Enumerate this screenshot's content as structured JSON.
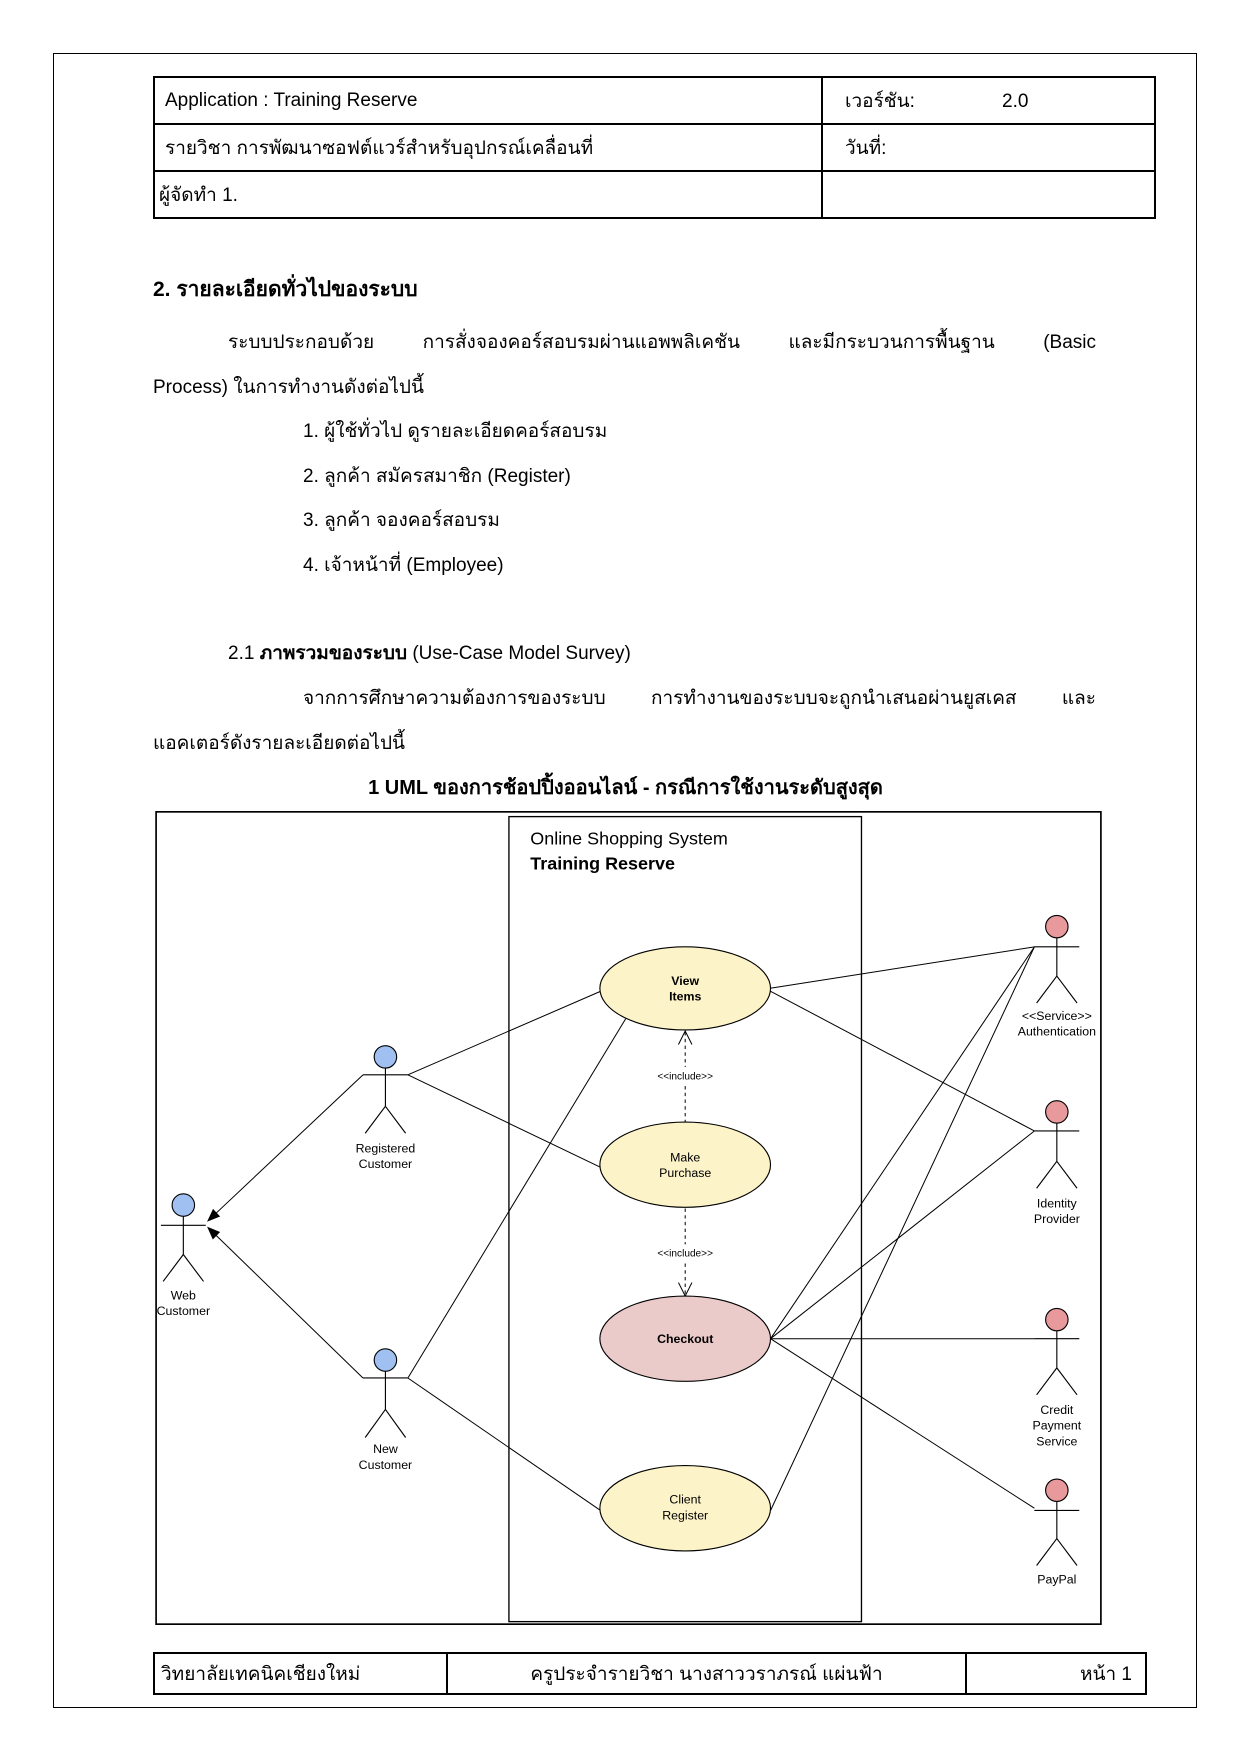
{
  "header": {
    "application": "Application : Training Reserve",
    "version_label": "เวอร์ชัน:",
    "version_value": "2.0",
    "course": "รายวิชา การพัฒนาซอฟต์แวร์สำหรับอุปกรณ์เคลื่อนที่",
    "date_label": "วันที่:",
    "author": "ผู้จัดทำ 1."
  },
  "section_2": {
    "heading": "2. รายละเอียดทั่วไปของระบบ",
    "intro_lines": [
      "ระบบประกอบด้วย การสั่งจองคอร์สอบรมผ่านแอพพลิเคชัน และมีกระบวนการพื้นฐาน (Basic",
      "Process) ในการทำงานดังต่อไปนี้"
    ],
    "processes": [
      "1. ผู้ใช้ทั่วไป ดูรายละเอียดคอร์สอบรม",
      "2. ลูกค้า สมัครสมาชิก (Register)",
      "3. ลูกค้า จองคอร์สอบรม",
      "4. เจ้าหน้าที่ (Employee)"
    ]
  },
  "section_2_1": {
    "number": "2.1",
    "title": "ภาพรวมของระบบ",
    "title_note": "(Use-Case Model Survey)",
    "body_lines": [
      "จากการศึกษาความต้องการของระบบ การทำงานของระบบจะถูกนำเสนอผ่านยูสเคส และ",
      "แอคเตอร์ดังรายละเอียดต่อไปนี้"
    ],
    "figure_caption": "1 UML ของการช้อปปิ้งออนไลน์ - กรณีการใช้งานระดับสูงสุด"
  },
  "diagram": {
    "system_name": "Online Shopping System",
    "system_subtitle": "Training Reserve",
    "use_cases": [
      {
        "lines": [
          "View",
          "Items"
        ]
      },
      {
        "lines": [
          "Make",
          "Purchase"
        ]
      },
      {
        "lines": [
          "Checkout"
        ]
      },
      {
        "lines": [
          "Client",
          "Register"
        ]
      }
    ],
    "include_labels": [
      "<<include>>",
      "<<include>>"
    ],
    "actors": [
      {
        "lines": [
          "Web",
          "Customer"
        ]
      },
      {
        "lines": [
          "Registered",
          "Customer"
        ]
      },
      {
        "lines": [
          "New",
          "Customer"
        ]
      },
      {
        "lines": [
          "<<Service>>",
          "Authentication"
        ]
      },
      {
        "lines": [
          "Identity",
          "Provider"
        ]
      },
      {
        "lines": [
          "Credit",
          "Payment",
          "Service"
        ]
      },
      {
        "lines": [
          "PayPal"
        ]
      }
    ]
  },
  "footer": {
    "college": "วิทยาลัยเทคนิคเชียงใหม่",
    "teacher": "ครูประจำรายวิชา นางสาววราภรณ์ แผ่นฟ้า",
    "page": "หน้า 1"
  },
  "colors": {
    "use_case_fill": "#fcf3c8",
    "checkout_fill": "#ebcaca",
    "customer_actor_head": "#9fc0f0",
    "service_actor_head": "#e8999b"
  }
}
